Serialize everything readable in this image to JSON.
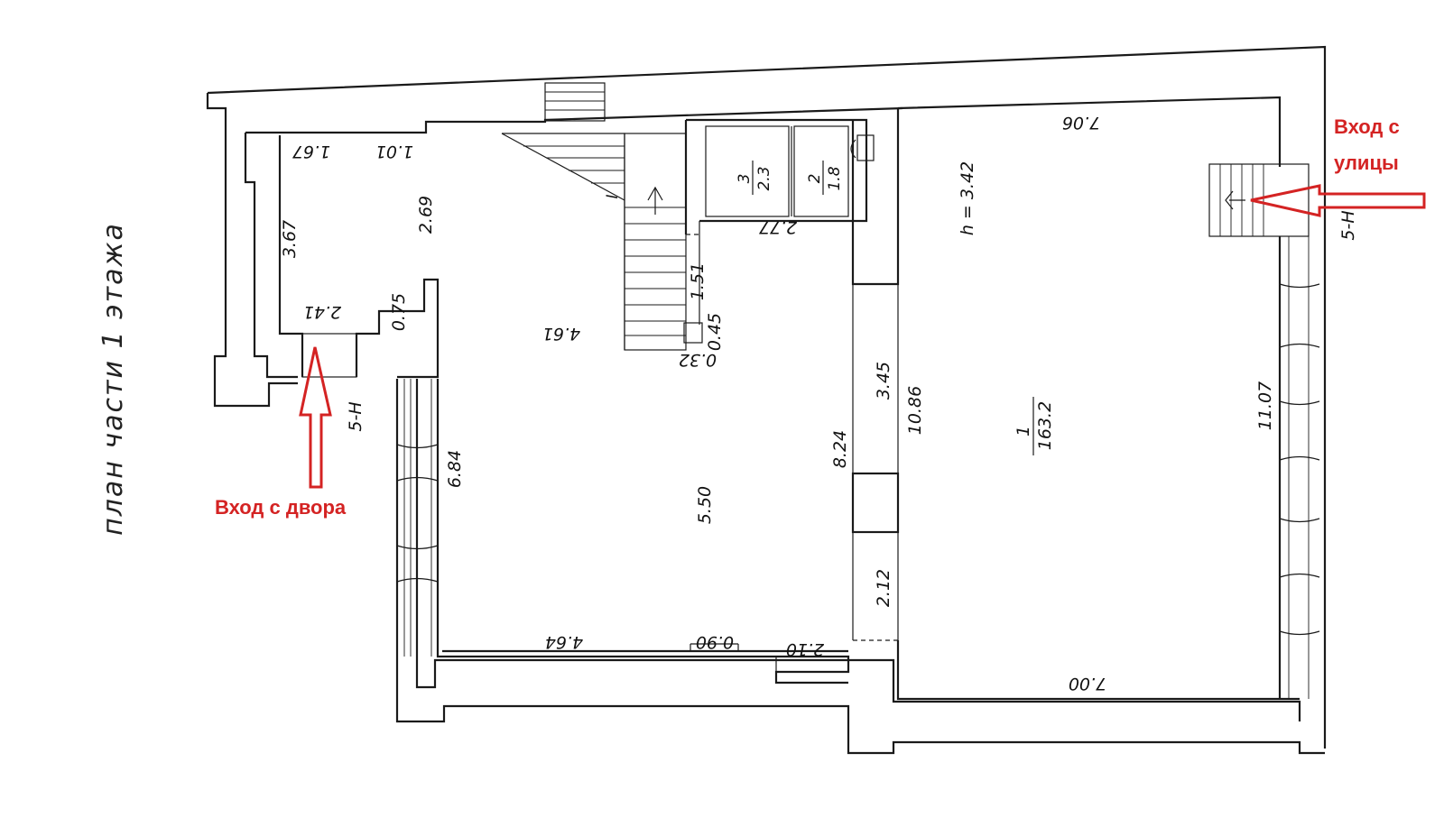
{
  "plan_title": "план  части 1 этажа",
  "entrances": {
    "yard": "Вход с двора",
    "street_line1": "Вход с",
    "street_line2": "улицы",
    "mark_yard": "5-Н",
    "mark_street": "5-Н"
  },
  "room_labels": {
    "height": "h = 3.42",
    "room1_number": "1",
    "room1_area": "163.2",
    "room2_number": "2",
    "room2_area": "1.8",
    "room3_number": "3",
    "room3_area": "2.3",
    "stair_mark": "I"
  },
  "dimensions": {
    "d_167": "1.67",
    "d_101": "1.01",
    "d_367": "3.67",
    "d_269": "2.69",
    "d_241": "2.41",
    "d_075": "0.75",
    "d_461": "4.61",
    "d_151": "1.51",
    "d_045": "0.45",
    "d_032": "0.32",
    "d_277": "2.77",
    "d_345": "3.45",
    "d_1086": "10.86",
    "d_824": "8.24",
    "d_550": "5.50",
    "d_684": "6.84",
    "d_212": "2.12",
    "d_464": "4.64",
    "d_090": "0.90",
    "d_210": "2.10",
    "d_706": "7.06",
    "d_700": "7.00",
    "d_1107": "11.07"
  },
  "colors": {
    "annotation": "#d42323",
    "lines": "#1a1a1a"
  }
}
